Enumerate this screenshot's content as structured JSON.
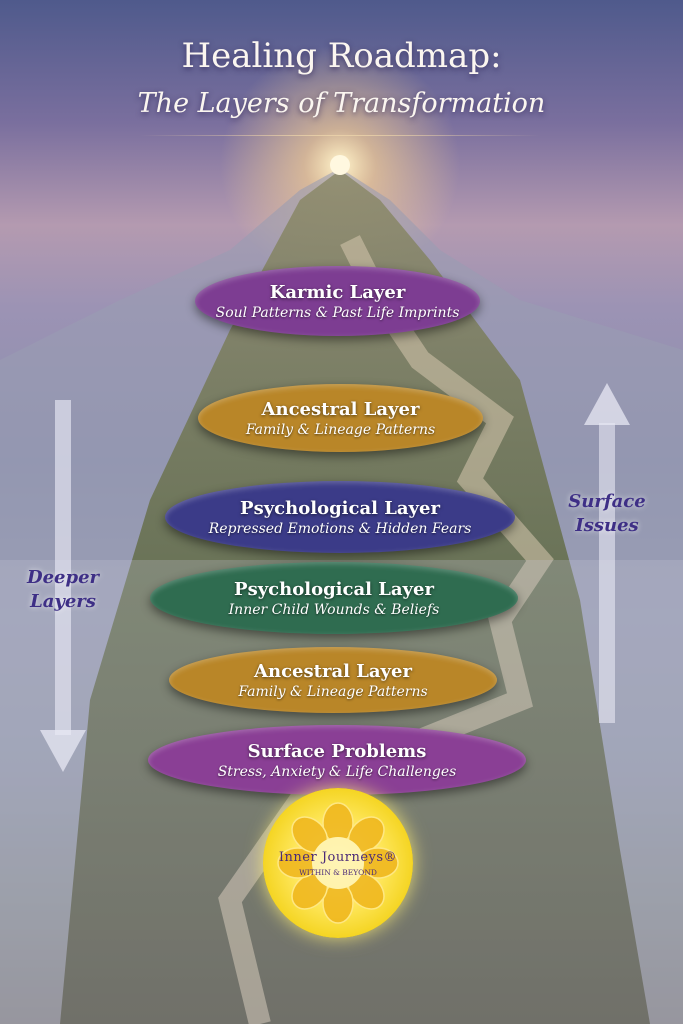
{
  "title": "Healing Roadmap:",
  "subtitle": "The Layers of Transformation",
  "layers": [
    {
      "title": "Karmic Layer",
      "subtitle": "Soul Patterns & Past Life Imprints",
      "color": "#7d3d92"
    },
    {
      "title": "Ancestral Layer",
      "subtitle": "Family & Lineage Patterns",
      "color": "#b98628"
    },
    {
      "title": "Psychological Layer",
      "subtitle": "Repressed Emotions & Hidden Fears",
      "color": "#3b3b88"
    },
    {
      "title": "Psychological Layer",
      "subtitle": "Inner Child Wounds & Beliefs",
      "color": "#2f6c50"
    },
    {
      "title": "Ancestral Layer",
      "subtitle": "Family & Lineage Patterns",
      "color": "#b98628"
    },
    {
      "title": "Surface Problems",
      "subtitle": "Stress, Anxiety & Life Challenges",
      "color": "#8a3f95"
    }
  ],
  "left_arrow": {
    "line1": "Deeper",
    "line2": "Layers"
  },
  "right_arrow": {
    "line1": "Surface",
    "line2": "Issues"
  },
  "logo": {
    "name": "Inner Journeys®",
    "tagline": "WITHIN & BEYOND"
  }
}
